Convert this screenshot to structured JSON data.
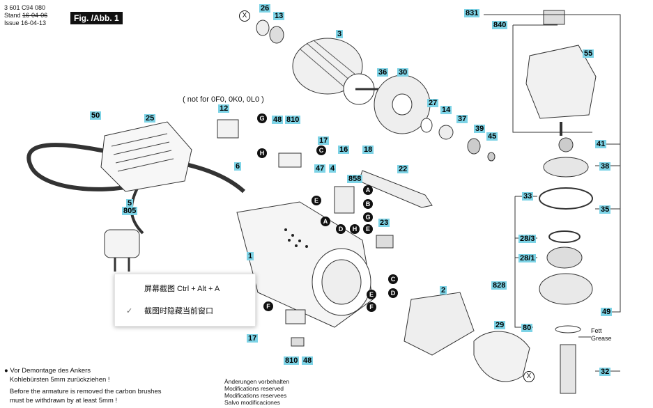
{
  "header": {
    "doc_number": "3 601 C94 080",
    "stand_label": "Stand",
    "stand_date": "16-04-06",
    "issue_label": "Issue",
    "issue_date": "16-04-13",
    "figure_label": "Fig. /Abb. 1"
  },
  "note_not_for": "( not for 0F0, 0K0, 0L0 )",
  "part_labels": [
    "831",
    "840",
    "55",
    "26",
    "13",
    "3",
    "36",
    "30",
    "27",
    "14",
    "37",
    "39",
    "45",
    "41",
    "38",
    "33",
    "35",
    "28/3",
    "28/1",
    "828",
    "49",
    "80",
    "32",
    "12",
    "48",
    "810",
    "17",
    "16",
    "18",
    "22",
    "4",
    "47",
    "858",
    "6",
    "25",
    "50",
    "5",
    "805",
    "1",
    "23",
    "2",
    "29",
    "16",
    "17",
    "810",
    "48"
  ],
  "connector_letters": [
    "G",
    "H",
    "C",
    "A",
    "B",
    "G",
    "E",
    "A",
    "D",
    "H",
    "E",
    "C",
    "D",
    "E",
    "F",
    "F"
  ],
  "x_markers": [
    "X",
    "X"
  ],
  "fett_grease": [
    "Fett",
    "Grease"
  ],
  "footnote": {
    "bullet_de_1": "Vor Demontage des Ankers",
    "bullet_de_2": "Kohlebürsten 5mm zurückziehen !",
    "en_1": "Before the armature is removed the carbon brushes",
    "en_2": "must be withdrawn by at least 5mm !"
  },
  "modifications": [
    "Änderungen vorbehalten",
    "Modifications reserved",
    "Modifications reservees",
    "Salvo modificaciones"
  ],
  "context_menu": {
    "item1": "屏幕截图 Ctrl + Alt + A",
    "item2": "截图时隐藏当前窗口",
    "check_icon": "✓"
  }
}
